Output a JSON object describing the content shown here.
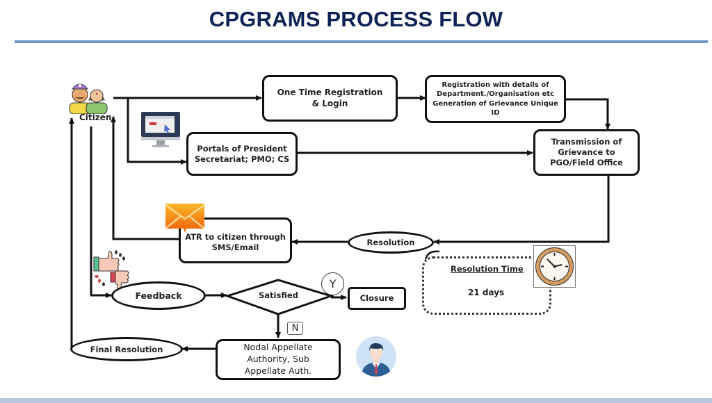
{
  "title": "CPGRAMS PROCESS FLOW",
  "colors": {
    "title": "#0d2357",
    "title_rule": "#6f98c7",
    "footer_band": "#b8c8da",
    "stroke": "#111111"
  },
  "actors": {
    "citizen": {
      "label": "Citizen",
      "icon": "citizens-icon"
    }
  },
  "nodes": {
    "one_time_registration": "One Time Registration & Login",
    "registration_details": [
      "Registration with details of",
      "Department./Organisation etc",
      "Generation of Grievance Unique",
      "ID"
    ],
    "portals": [
      "Portals of President",
      "Secretariat; PMO; CS"
    ],
    "transmission": [
      "Transmission of",
      "Grievance to",
      "PGO/Field Office"
    ],
    "resolution": "Resolution",
    "atr": [
      "ATR to citizen  through",
      "SMS/Email"
    ],
    "feedback": "Feedback",
    "satisfied": "Satisfied",
    "closure": "Closure",
    "nodal_appellate": [
      "Nodal Appellate",
      "Authority, Sub",
      "Appellate Auth."
    ],
    "final_resolution": "Final Resolution"
  },
  "decision_labels": {
    "yes": "Y",
    "no": "N"
  },
  "resolution_time": {
    "heading": "Resolution Time",
    "value": "21 days"
  },
  "icons": [
    "citizens-icon",
    "computer-monitor-icon",
    "envelope-icon",
    "thumbs-up-down-icon",
    "clock-icon",
    "officer-avatar-icon"
  ]
}
